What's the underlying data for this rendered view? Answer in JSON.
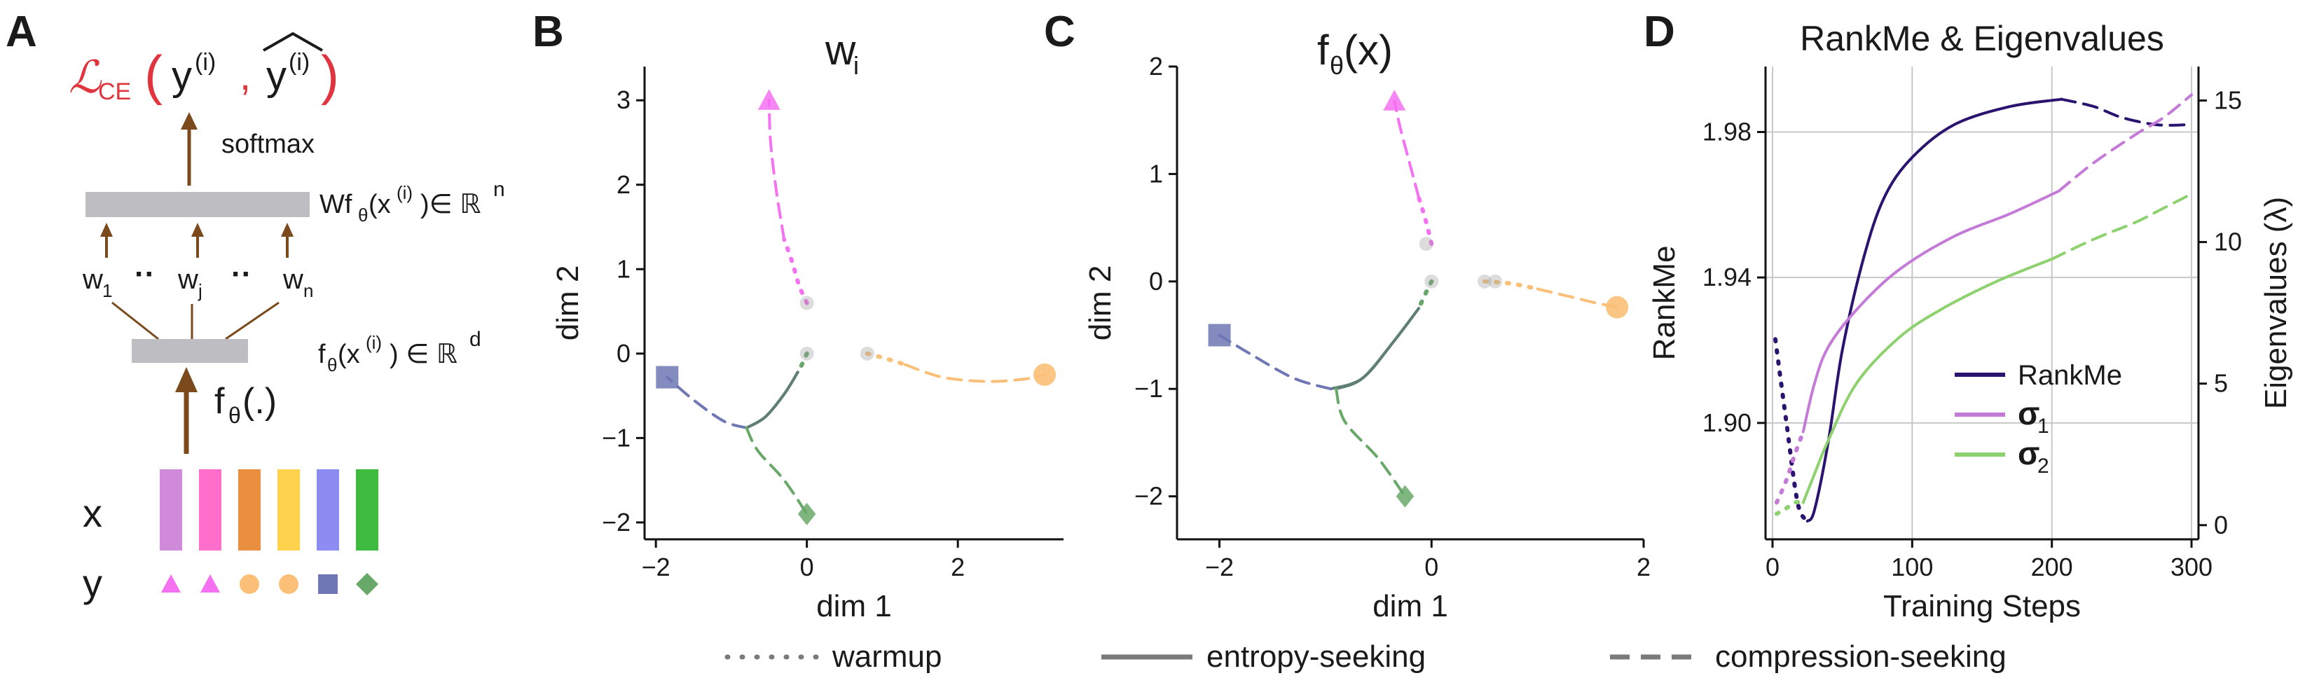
{
  "colors": {
    "pink": "#f471f1",
    "magenta": "#ff6ecb",
    "orange": "#ea8e3f",
    "gold": "#ffd24d",
    "blue": "#8c8cf2",
    "green": "#3fbb3f",
    "light_orange": "#fbbf77",
    "slate": "#6f77b4",
    "dgreen": "#68a868",
    "mid": "#5f7f76",
    "navy": "#2a1470",
    "violet": "#c47bd8",
    "lgreen": "#8ed16f",
    "ce_red": "#e0353e",
    "arrow": "#7a4a1c",
    "bar": "#bdbdc2",
    "grid": "#c8c8c8"
  },
  "panels": {
    "A": {
      "letter": "A",
      "loss_symbol": "ℒ",
      "loss_sub": "CE",
      "y_true": "y",
      "y_sup": "(i)",
      "comma": ",",
      "y_hat": "y",
      "softmax": "softmax",
      "logits_pre": "Wf",
      "logits_sub": "θ",
      "logits_post": "(x",
      "logits_sup1": "(i)",
      "logits_close": ")∈ ℝ",
      "logits_sup2": "n",
      "feat_pre": "f",
      "feat_sub": "θ",
      "feat_post": "(x",
      "feat_sup1": "(i)",
      "feat_close": ") ∈ ℝ",
      "feat_sup2": "d",
      "w_items": [
        {
          "base": "w",
          "sub": "1"
        },
        {
          "base": "w",
          "sub": "j"
        },
        {
          "base": "w",
          "sub": "n"
        }
      ],
      "dots": "··",
      "encoder_base": "f",
      "encoder_sub": "θ",
      "encoder_post": "(.)",
      "x_label": "x",
      "y_label": "y"
    },
    "B": {
      "letter": "B",
      "title_base": "w",
      "title_sub": "i"
    },
    "C": {
      "letter": "C",
      "title_base": "f",
      "title_sub": "θ",
      "title_post": "(x)"
    },
    "D": {
      "letter": "D"
    }
  },
  "legend_bottom": {
    "items": [
      {
        "label": "warmup",
        "style": "dotted"
      },
      {
        "label": "entropy-seeking",
        "style": "solid"
      },
      {
        "label": "compression-seeking",
        "style": "dashed"
      }
    ]
  },
  "chart_data": [
    {
      "id": "B",
      "type": "scatter",
      "title": "w_i",
      "xlabel": "dim 1",
      "ylabel": "dim 2",
      "xlim": [
        -2.15,
        3.4
      ],
      "ylim": [
        -2.2,
        3.4
      ],
      "xticks": [
        -2,
        0,
        2
      ],
      "yticks": [
        -2,
        -1,
        0,
        1,
        2,
        3
      ],
      "tick_labels_x": [
        "−2",
        "0",
        "2"
      ],
      "tick_labels_y": [
        "−2",
        "−1",
        "0",
        "1",
        "2",
        "3"
      ],
      "grid": false,
      "series": [
        {
          "color": "#f471f1",
          "marker": "triangle",
          "end": [
            -0.5,
            3.0
          ],
          "warmup": [
            [
              0,
              0.6
            ],
            [
              -0.1,
              0.8
            ],
            [
              -0.2,
              1.1
            ],
            [
              -0.3,
              1.35
            ]
          ],
          "compression": [
            [
              -0.3,
              1.35
            ],
            [
              -0.4,
              1.9
            ],
            [
              -0.48,
              2.5
            ],
            [
              -0.5,
              3.0
            ]
          ]
        },
        {
          "color": "#fbbf77",
          "marker": "circle",
          "end": [
            3.15,
            -0.25
          ],
          "warmup": [
            [
              0.8,
              0.0
            ],
            [
              1.05,
              -0.06
            ],
            [
              1.3,
              -0.13
            ]
          ],
          "compression": [
            [
              1.3,
              -0.13
            ],
            [
              1.8,
              -0.28
            ],
            [
              2.4,
              -0.33
            ],
            [
              2.9,
              -0.3
            ],
            [
              3.15,
              -0.25
            ]
          ]
        },
        {
          "color": "#6f77b4",
          "marker": "square",
          "end": [
            -1.85,
            -0.28
          ],
          "warmup": [
            [
              0,
              0
            ],
            [
              -0.06,
              -0.12
            ],
            [
              -0.12,
              -0.22
            ]
          ],
          "entropy": [
            [
              -0.12,
              -0.22
            ],
            [
              -0.3,
              -0.48
            ],
            [
              -0.55,
              -0.75
            ],
            [
              -0.8,
              -0.88
            ]
          ],
          "compression": [
            [
              -0.8,
              -0.88
            ],
            [
              -1.1,
              -0.8
            ],
            [
              -1.5,
              -0.55
            ],
            [
              -1.85,
              -0.28
            ]
          ]
        },
        {
          "color": "#68a868",
          "marker": "diamond",
          "end": [
            0.0,
            -1.9
          ],
          "warmup": [
            [
              0,
              0
            ],
            [
              -0.06,
              -0.12
            ],
            [
              -0.12,
              -0.22
            ]
          ],
          "entropy": [
            [
              -0.12,
              -0.22
            ],
            [
              -0.3,
              -0.48
            ],
            [
              -0.55,
              -0.75
            ],
            [
              -0.8,
              -0.88
            ]
          ],
          "compression": [
            [
              -0.8,
              -0.88
            ],
            [
              -0.65,
              -1.15
            ],
            [
              -0.3,
              -1.5
            ],
            [
              0.0,
              -1.9
            ]
          ]
        }
      ],
      "start_points": [
        [
          0,
          0
        ],
        [
          0,
          0.6
        ],
        [
          0.8,
          0.0
        ]
      ]
    },
    {
      "id": "C",
      "type": "scatter",
      "title": "f_θ(x)",
      "xlabel": "dim 1",
      "ylabel": "dim 2",
      "xlim": [
        -2.4,
        2.0
      ],
      "ylim": [
        -2.4,
        2.0
      ],
      "xticks": [
        -2,
        0,
        2
      ],
      "yticks": [
        -2,
        -1,
        0,
        1,
        2
      ],
      "tick_labels_x": [
        "−2",
        "0",
        "2"
      ],
      "tick_labels_y": [
        "−2",
        "−1",
        "0",
        "1",
        "2"
      ],
      "grid": false,
      "series": [
        {
          "color": "#f471f1",
          "marker": "triangle",
          "end": [
            -0.35,
            1.68
          ],
          "warmup": [
            [
              0.0,
              0.35
            ],
            [
              -0.05,
              0.55
            ],
            [
              -0.12,
              0.78
            ]
          ],
          "compression": [
            [
              -0.12,
              0.78
            ],
            [
              -0.22,
              1.15
            ],
            [
              -0.3,
              1.45
            ],
            [
              -0.35,
              1.68
            ]
          ]
        },
        {
          "color": "#fbbf77",
          "marker": "circle",
          "end": [
            1.75,
            -0.24
          ],
          "warmup": [
            [
              0.5,
              0.0
            ],
            [
              0.75,
              -0.02
            ],
            [
              1.0,
              -0.07
            ]
          ],
          "compression": [
            [
              1.0,
              -0.07
            ],
            [
              1.3,
              -0.14
            ],
            [
              1.55,
              -0.2
            ],
            [
              1.75,
              -0.24
            ]
          ]
        },
        {
          "color": "#6f77b4",
          "marker": "square",
          "end": [
            -2.0,
            -0.5
          ],
          "warmup": [
            [
              0,
              0
            ],
            [
              -0.06,
              -0.12
            ],
            [
              -0.12,
              -0.25
            ]
          ],
          "entropy": [
            [
              -0.12,
              -0.25
            ],
            [
              -0.35,
              -0.55
            ],
            [
              -0.65,
              -0.9
            ],
            [
              -0.95,
              -1.0
            ]
          ],
          "compression": [
            [
              -0.95,
              -1.0
            ],
            [
              -1.3,
              -0.9
            ],
            [
              -1.7,
              -0.68
            ],
            [
              -2.0,
              -0.5
            ]
          ]
        },
        {
          "color": "#68a868",
          "marker": "diamond",
          "end": [
            -0.25,
            -2.0
          ],
          "warmup": [
            [
              0,
              0
            ],
            [
              -0.06,
              -0.12
            ],
            [
              -0.12,
              -0.25
            ]
          ],
          "entropy": [
            [
              -0.12,
              -0.25
            ],
            [
              -0.35,
              -0.55
            ],
            [
              -0.65,
              -0.9
            ],
            [
              -0.9,
              -1.0
            ]
          ],
          "compression": [
            [
              -0.9,
              -1.0
            ],
            [
              -0.82,
              -1.3
            ],
            [
              -0.5,
              -1.65
            ],
            [
              -0.25,
              -2.0
            ]
          ]
        }
      ],
      "start_points": [
        [
          0,
          0
        ],
        [
          -0.05,
          0.35
        ],
        [
          0.5,
          0.0
        ],
        [
          0.6,
          0.0
        ]
      ]
    },
    {
      "id": "D",
      "type": "line",
      "title": "RankMe & Eigenvalues",
      "xlabel": "Training Steps",
      "ylabel": "RankMe",
      "y2label": "Eigenvalues (λ)",
      "xlim": [
        -5,
        305
      ],
      "ylim": [
        1.868,
        1.998
      ],
      "y2lim": [
        -0.5,
        16.2
      ],
      "xticks": [
        0,
        100,
        200,
        300
      ],
      "yticks": [
        1.9,
        1.94,
        1.98
      ],
      "tick_labels_y": [
        "1.90",
        "1.94",
        "1.98"
      ],
      "y2ticks": [
        0,
        5,
        10,
        15
      ],
      "grid": true,
      "legend_position": "lower-right",
      "series": [
        {
          "name": "RankMe",
          "color": "#2a1470",
          "axis": "left",
          "warmup": [
            [
              2,
              1.923
            ],
            [
              10,
              1.9
            ],
            [
              18,
              1.878
            ],
            [
              25,
              1.873
            ]
          ],
          "entropy": [
            [
              25,
              1.873
            ],
            [
              30,
              1.876
            ],
            [
              40,
              1.895
            ],
            [
              50,
              1.92
            ],
            [
              65,
              1.945
            ],
            [
              80,
              1.962
            ],
            [
              100,
              1.973
            ],
            [
              130,
              1.982
            ],
            [
              170,
              1.987
            ],
            [
              207,
              1.989
            ]
          ],
          "compression": [
            [
              207,
              1.989
            ],
            [
              230,
              1.987
            ],
            [
              250,
              1.984
            ],
            [
              275,
              1.982
            ],
            [
              297,
              1.982
            ]
          ]
        },
        {
          "name": "σ",
          "sub": "1",
          "color": "#c47bd8",
          "axis": "right",
          "warmup": [
            [
              3,
              0.8
            ],
            [
              10,
              1.6
            ],
            [
              16,
              2.5
            ],
            [
              22,
              3.3
            ]
          ],
          "entropy": [
            [
              22,
              3.3
            ],
            [
              30,
              5.0
            ],
            [
              40,
              6.3
            ],
            [
              60,
              7.6
            ],
            [
              90,
              9.0
            ],
            [
              130,
              10.2
            ],
            [
              170,
              11.0
            ],
            [
              205,
              11.8
            ]
          ],
          "compression": [
            [
              205,
              11.8
            ],
            [
              230,
              12.8
            ],
            [
              260,
              13.8
            ],
            [
              280,
              14.4
            ],
            [
              300,
              15.2
            ]
          ]
        },
        {
          "name": "σ",
          "sub": "2",
          "color": "#8ed16f",
          "axis": "right",
          "warmup": [
            [
              3,
              0.4
            ],
            [
              10,
              0.6
            ],
            [
              16,
              0.8
            ],
            [
              22,
              0.8
            ]
          ],
          "entropy": [
            [
              22,
              0.8
            ],
            [
              30,
              1.8
            ],
            [
              40,
              3.0
            ],
            [
              60,
              5.0
            ],
            [
              90,
              6.6
            ],
            [
              120,
              7.6
            ],
            [
              160,
              8.6
            ],
            [
              200,
              9.4
            ]
          ],
          "compression": [
            [
              200,
              9.4
            ],
            [
              230,
              10.1
            ],
            [
              260,
              10.7
            ],
            [
              280,
              11.2
            ],
            [
              300,
              11.7
            ]
          ]
        }
      ]
    }
  ]
}
